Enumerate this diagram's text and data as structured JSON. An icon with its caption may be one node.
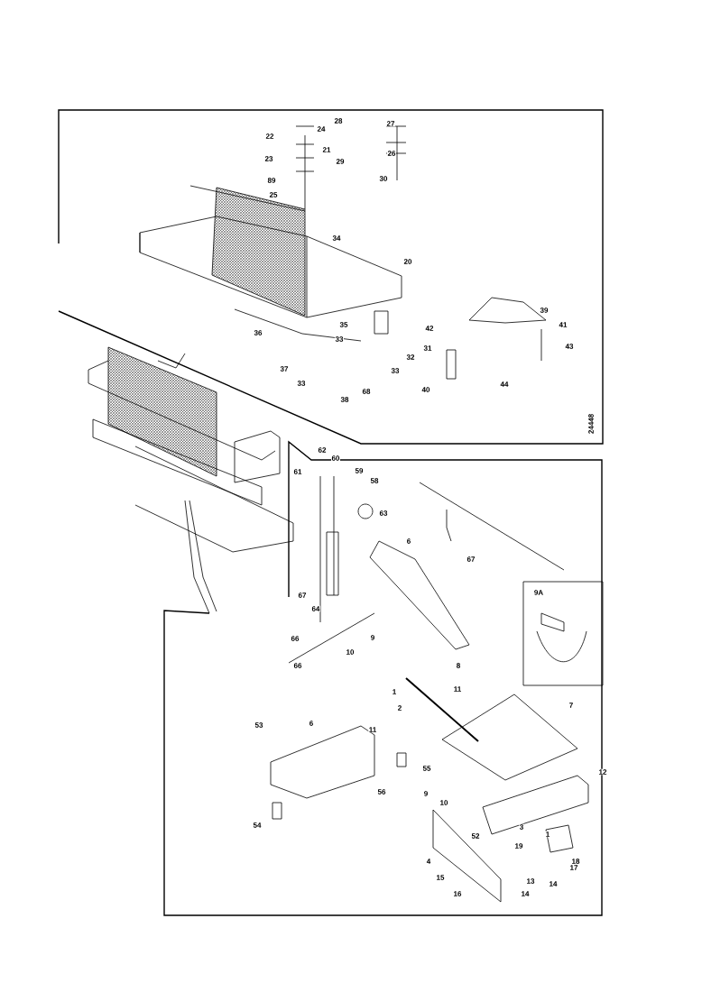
{
  "diagram": {
    "labels": [
      "28",
      "27",
      "24",
      "22",
      "21",
      "26",
      "23",
      "29",
      "30",
      "89",
      "25",
      "34",
      "20",
      "39",
      "35",
      "41",
      "42",
      "36",
      "33",
      "31",
      "43",
      "32",
      "37",
      "33",
      "33",
      "44",
      "68",
      "40",
      "38",
      "24448",
      "62",
      "60",
      "61",
      "59",
      "58",
      "63",
      "6",
      "67",
      "9A",
      "67",
      "64",
      "66",
      "9",
      "10",
      "66",
      "8",
      "11",
      "1",
      "2",
      "7",
      "53",
      "6",
      "11",
      "12",
      "55",
      "56",
      "9",
      "10",
      "54",
      "3",
      "1",
      "52",
      "19",
      "18",
      "4",
      "17",
      "15",
      "13",
      "14",
      "14",
      "16"
    ]
  }
}
